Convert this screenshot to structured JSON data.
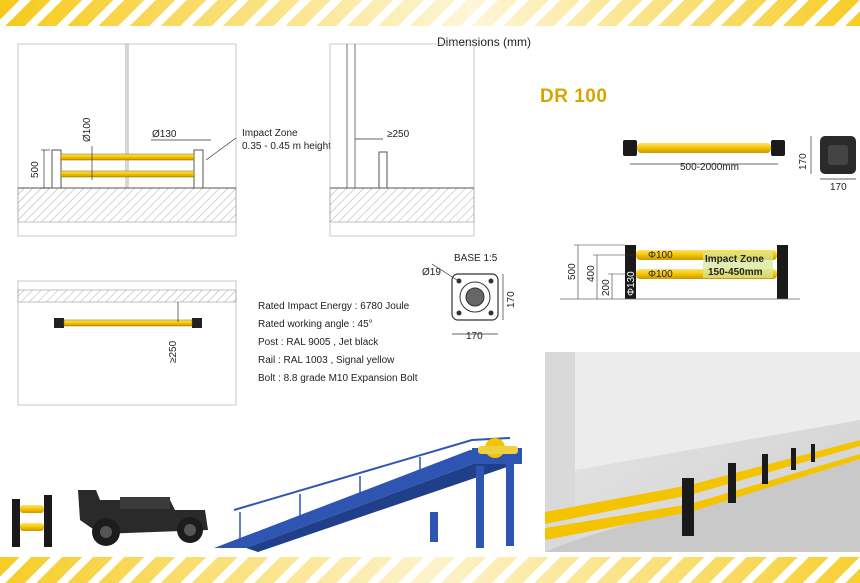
{
  "header": {
    "title": "Dimensions (mm)",
    "model": "DR 100"
  },
  "side_view": {
    "dia_rail": "Ø100",
    "dia_post": "Ø130",
    "height": "500",
    "impact_zone_label": "Impact Zone",
    "impact_zone_height": "0.35 - 0.45 m height"
  },
  "wall_gap": {
    "min_gap": "≥250"
  },
  "top_view": {
    "min_gap": "≥250"
  },
  "base": {
    "label": "BASE 1:5",
    "bolt_dia": "Ø19",
    "width": "170",
    "depth": "170"
  },
  "specs": [
    "Rated Impact Energy : 6780 Joule",
    "Rated working angle : 45°",
    "Post : RAL 9005 , Jet black",
    "Rail : RAL 1003 , Signal yellow",
    "Bolt :  8.8 grade M10 Expansion Bolt"
  ],
  "render_top": {
    "length": "500-2000mm",
    "post_h": "170",
    "post_w": "170"
  },
  "render_side": {
    "h_total": "500",
    "h_upper": "400",
    "h_lower": "200",
    "dia_upper": "Φ100",
    "dia_lower": "Φ100",
    "dia_post": "Φ130",
    "impact_zone_label": "Impact Zone",
    "impact_zone_range": "150-450mm"
  },
  "colors": {
    "yellow": "#f5c400",
    "black": "#1a1a1a",
    "brand": "#d8a500"
  }
}
